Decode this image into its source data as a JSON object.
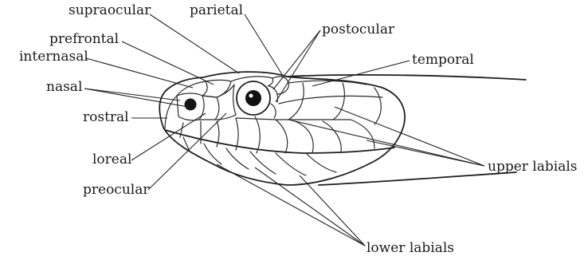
{
  "labels": {
    "supraocular": "supraocular",
    "parietal": "parietal",
    "postocular": "postocular",
    "prefrontal": "prefrontal",
    "internasal": "internasal",
    "temporal": "temporal",
    "nasal": "nasal",
    "rostral": "rostral",
    "loreal": "loreal",
    "preocular": "preocular",
    "upper_labials": "upper labials",
    "lower_labials": "lower labials"
  },
  "colors": {
    "ink": "#1e1e1e",
    "background": "#ffffff"
  }
}
